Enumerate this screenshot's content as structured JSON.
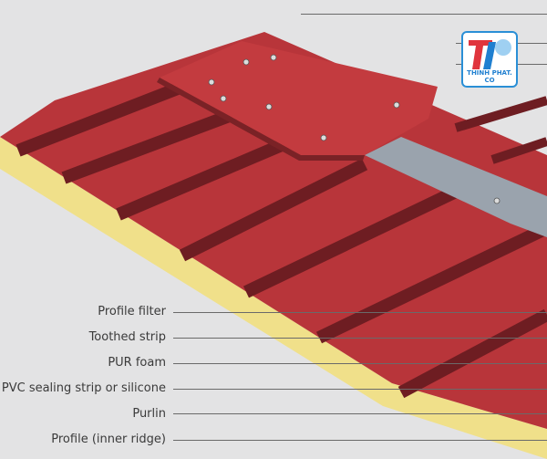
{
  "labels": [
    "Profile filter",
    "Toothed strip",
    "PUR foam",
    "PVC sealing strip or silicone",
    "Purlin",
    "Profile (inner ridge)"
  ],
  "logo": {
    "text": "THINH PHAT. CO"
  },
  "colors": {
    "panel": "#b8353a",
    "panel_dark": "#6e1d22",
    "foam": "#f0e08a",
    "purlin": "#9aa3ad",
    "background": "#e3e3e4",
    "logo_blue": "#2a8fd6",
    "logo_red": "#e0353d"
  }
}
